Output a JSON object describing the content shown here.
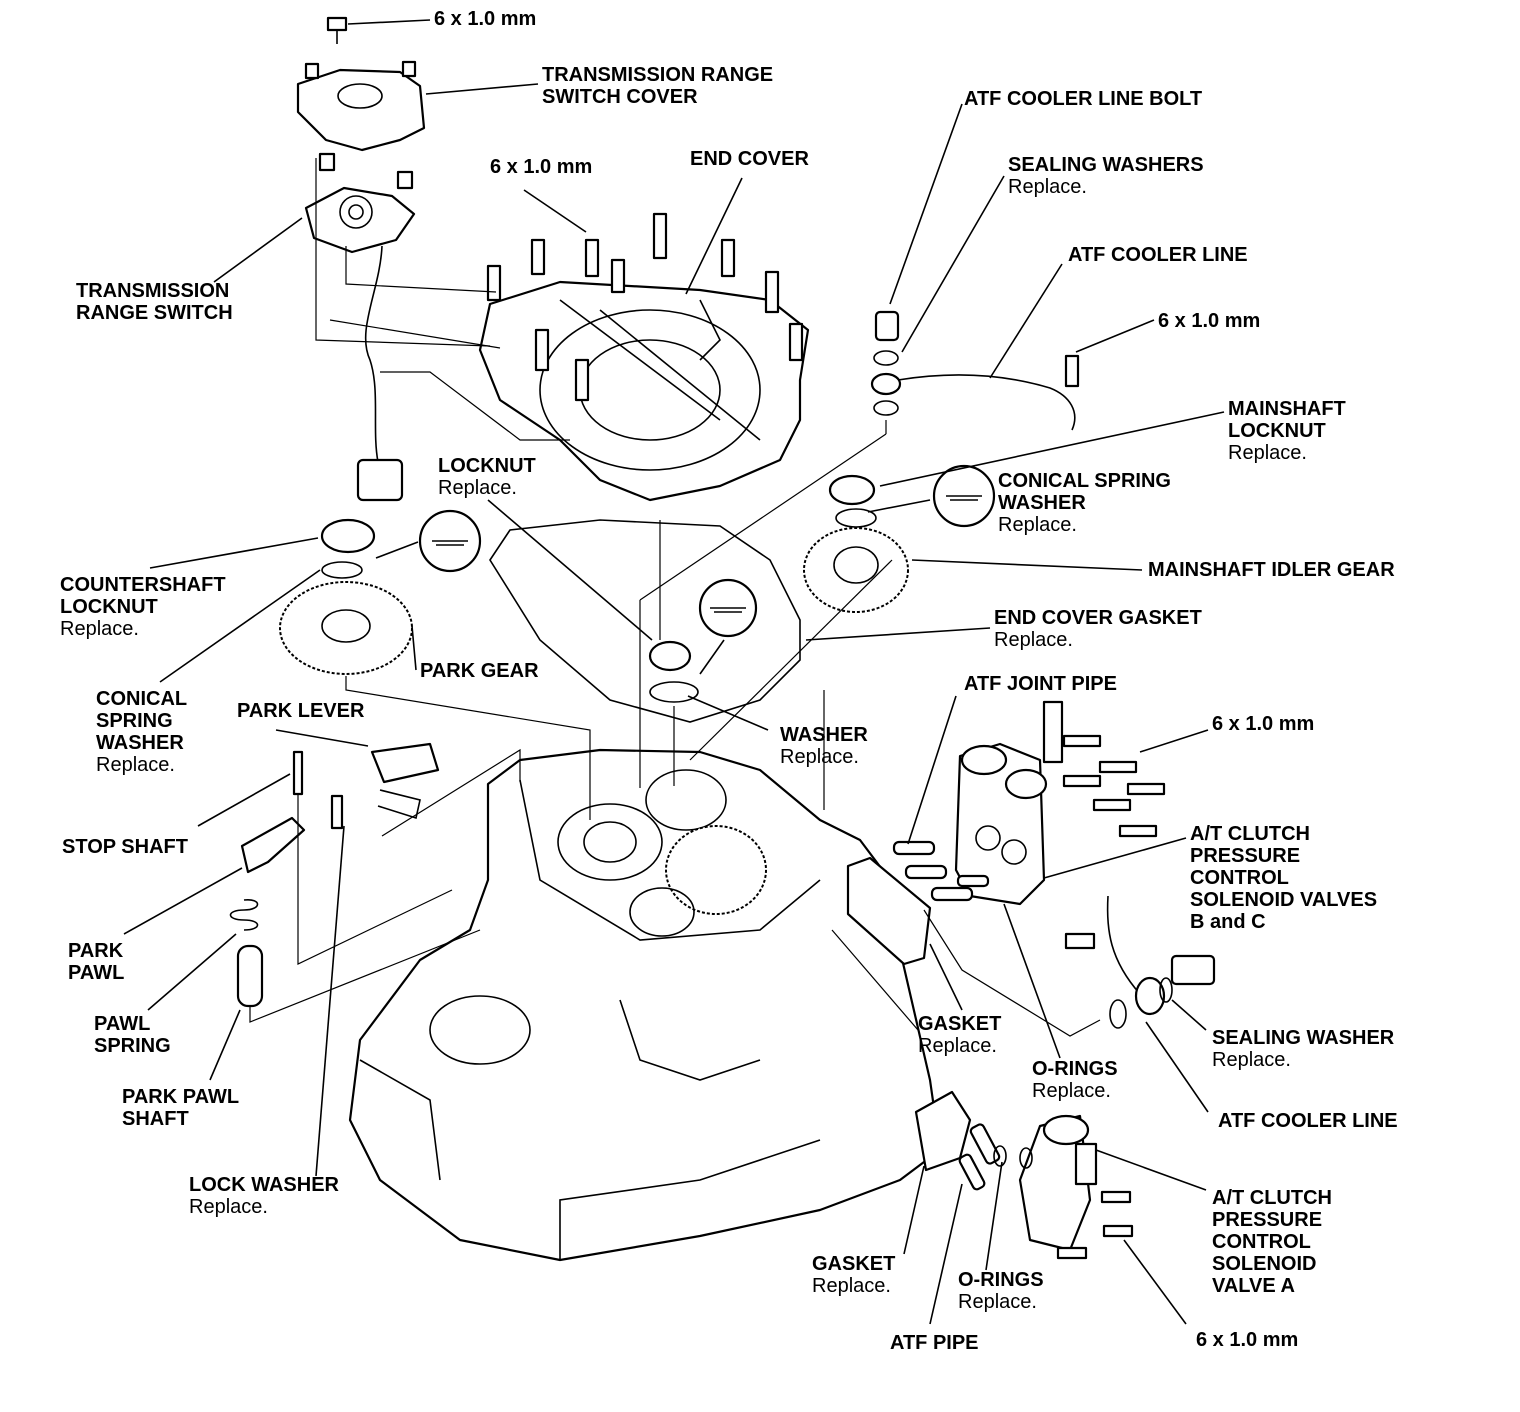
{
  "diagram": {
    "labels": [
      {
        "id": "top-bolt",
        "name": [
          "6 x 1.0 mm"
        ]
      },
      {
        "id": "range-switch-cover",
        "name": [
          "TRANSMISSION RANGE",
          "SWITCH COVER"
        ]
      },
      {
        "id": "range-switch",
        "name": [
          "TRANSMISSION",
          "RANGE SWITCH"
        ]
      },
      {
        "id": "end-cover-bolt",
        "name": [
          "6 x 1.0 mm"
        ]
      },
      {
        "id": "end-cover",
        "name": [
          "END COVER"
        ]
      },
      {
        "id": "cooler-line-bolt",
        "name": [
          "ATF COOLER LINE BOLT"
        ]
      },
      {
        "id": "sealing-washers",
        "name": [
          "SEALING WASHERS"
        ],
        "note": "Replace."
      },
      {
        "id": "cooler-line-upper",
        "name": [
          "ATF COOLER LINE"
        ]
      },
      {
        "id": "cooler-line-bolt-size",
        "name": [
          "6 x 1.0 mm"
        ]
      },
      {
        "id": "mainshaft-locknut",
        "name": [
          "MAINSHAFT",
          "LOCKNUT"
        ],
        "note": "Replace."
      },
      {
        "id": "conical-spring-washer-right",
        "name": [
          "CONICAL SPRING",
          "WASHER"
        ],
        "note": "Replace."
      },
      {
        "id": "mainshaft-idler-gear",
        "name": [
          "MAINSHAFT IDLER GEAR"
        ]
      },
      {
        "id": "end-cover-gasket",
        "name": [
          "END COVER GASKET"
        ],
        "note": "Replace."
      },
      {
        "id": "locknut",
        "name": [
          "LOCKNUT"
        ],
        "note": "Replace."
      },
      {
        "id": "countershaft-locknut",
        "name": [
          "COUNTERSHAFT",
          "LOCKNUT"
        ],
        "note": "Replace."
      },
      {
        "id": "park-gear",
        "name": [
          "PARK GEAR"
        ]
      },
      {
        "id": "conical-spring-washer-left",
        "name": [
          "CONICAL",
          "SPRING",
          "WASHER"
        ],
        "note": "Replace."
      },
      {
        "id": "park-lever",
        "name": [
          "PARK LEVER"
        ]
      },
      {
        "id": "washer",
        "name": [
          "WASHER"
        ],
        "note": "Replace."
      },
      {
        "id": "atf-joint-pipe",
        "name": [
          "ATF JOINT PIPE"
        ]
      },
      {
        "id": "solenoid-bolt-size",
        "name": [
          "6 x 1.0 mm"
        ]
      },
      {
        "id": "solenoid-valves-bc",
        "name": [
          "A/T CLUTCH",
          "PRESSURE",
          "CONTROL",
          "SOLENOID VALVES",
          "B and C"
        ]
      },
      {
        "id": "stop-shaft",
        "name": [
          "STOP SHAFT"
        ]
      },
      {
        "id": "park-pawl",
        "name": [
          "PARK",
          "PAWL"
        ]
      },
      {
        "id": "pawl-spring",
        "name": [
          "PAWL",
          "SPRING"
        ]
      },
      {
        "id": "park-pawl-shaft",
        "name": [
          "PARK PAWL",
          "SHAFT"
        ]
      },
      {
        "id": "gasket-upper",
        "name": [
          "GASKET"
        ],
        "note": "Replace."
      },
      {
        "id": "o-rings-upper",
        "name": [
          "O-RINGS"
        ],
        "note": "Replace."
      },
      {
        "id": "sealing-washer",
        "name": [
          "SEALING WASHER"
        ],
        "note": "Replace."
      },
      {
        "id": "atf-cooler-line-lower",
        "name": [
          "ATF COOLER LINE"
        ]
      },
      {
        "id": "lock-washer",
        "name": [
          "LOCK WASHER"
        ],
        "note": "Replace."
      },
      {
        "id": "solenoid-valve-a",
        "name": [
          "A/T CLUTCH",
          "PRESSURE",
          "CONTROL",
          "SOLENOID",
          "VALVE A"
        ]
      },
      {
        "id": "gasket-lower",
        "name": [
          "GASKET"
        ],
        "note": "Replace."
      },
      {
        "id": "o-rings-lower",
        "name": [
          "O-RINGS"
        ],
        "note": "Replace."
      },
      {
        "id": "atf-pipe",
        "name": [
          "ATF PIPE"
        ]
      },
      {
        "id": "bottom-bolt-size",
        "name": [
          "6 x 1.0 mm"
        ]
      }
    ]
  }
}
